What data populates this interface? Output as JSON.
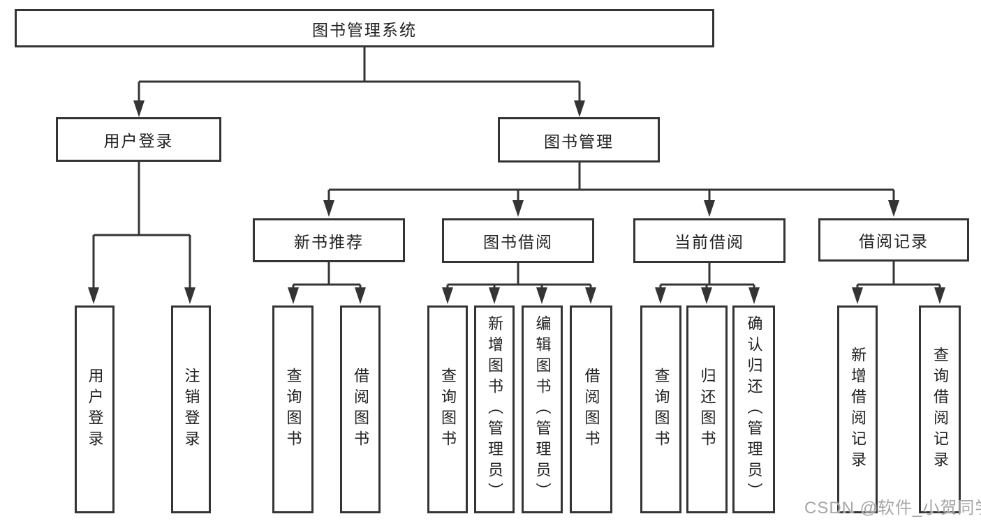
{
  "diagram": {
    "type": "tree",
    "title": "图书管理系统",
    "colors": {
      "line": "#343434",
      "box_border": "#343434",
      "box_fill": "#ffffff",
      "text": "#222222",
      "background": "#ffffff",
      "watermark": "#a6a6a6"
    }
  },
  "tree": {
    "label": "图书管理系统",
    "children": [
      {
        "label": "用户登录",
        "children": [
          {
            "label": "用户登录"
          },
          {
            "label": "注销登录"
          }
        ]
      },
      {
        "label": "图书管理",
        "children": [
          {
            "label": "新书推荐",
            "children": [
              {
                "label": "查询图书"
              },
              {
                "label": "借阅图书"
              }
            ]
          },
          {
            "label": "图书借阅",
            "children": [
              {
                "label": "查询图书"
              },
              {
                "label": "新增图书（管理员）"
              },
              {
                "label": "编辑图书（管理员）"
              },
              {
                "label": "借阅图书"
              }
            ]
          },
          {
            "label": "当前借阅",
            "children": [
              {
                "label": "查询图书"
              },
              {
                "label": "归还图书"
              },
              {
                "label": "确认归还（管理员）"
              }
            ]
          },
          {
            "label": "借阅记录",
            "children": [
              {
                "label": "新增借阅记录"
              },
              {
                "label": "查询借阅记录"
              }
            ]
          }
        ]
      }
    ]
  },
  "watermark": {
    "text": "CSDN @软件_小贺同学"
  }
}
